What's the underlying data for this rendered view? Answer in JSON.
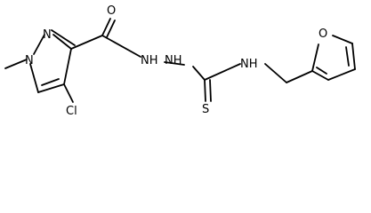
{
  "labels": {
    "o_carbonyl": "O",
    "n_pyrazole_2": "N",
    "n_pyrazole_1": "N",
    "nh_hydrazide_1": "NH",
    "nh_hydrazide_2": "NH",
    "nh_amide": "NH",
    "cl": "Cl",
    "s": "S",
    "o_furan": "O"
  }
}
